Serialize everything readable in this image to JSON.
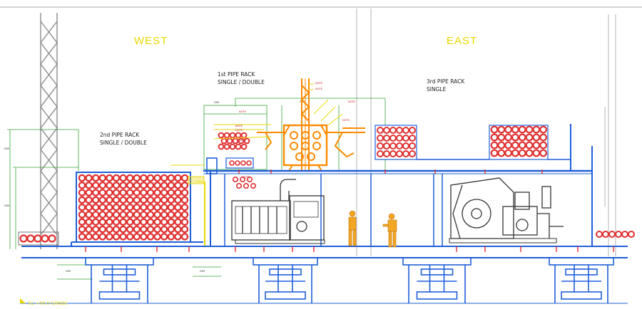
{
  "labels": {
    "west": "WEST",
    "east": "EAST",
    "rack1": [
      "1st PIPE RACK",
      "SINGLE / DOUBLE"
    ],
    "rack2": [
      "2nd PIPE RACK",
      "SINGLE / DOUBLE"
    ],
    "rack3": [
      "3rd PIPE RACK",
      "SINGLE"
    ],
    "grade": "EL +00.0 GRADE"
  },
  "colors": {
    "structure": "#1e5fd8",
    "pipe": "#e03030",
    "lattice": "#9a9a9a",
    "crane": "#ff8a00",
    "dimension": "#30a030",
    "annotation": "#e8d800",
    "machinery": "#333333"
  }
}
